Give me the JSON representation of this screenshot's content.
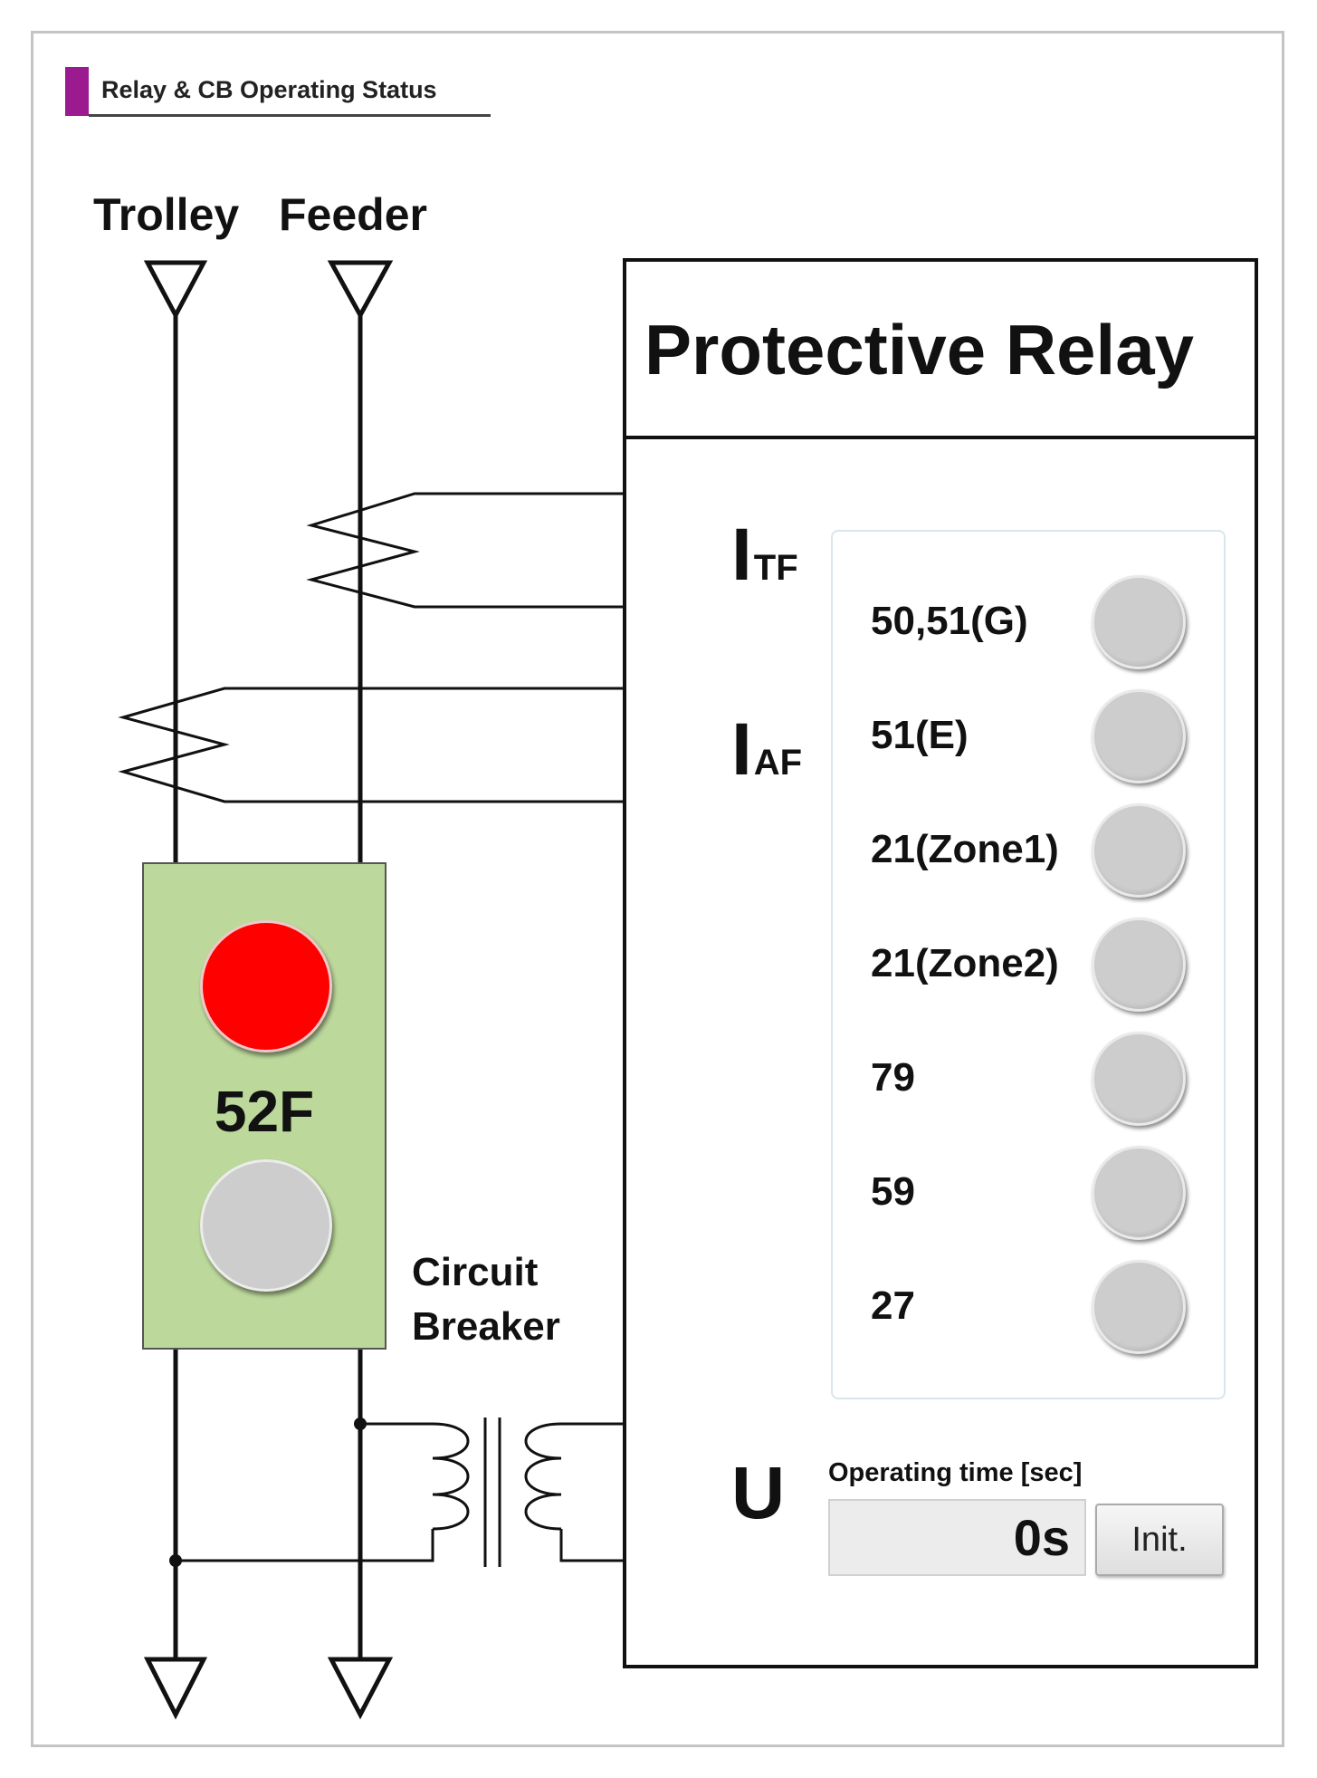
{
  "section_title": "Relay & CB Operating Status",
  "lines": {
    "trolley": "Trolley",
    "feeder": "Feeder"
  },
  "relay": {
    "title": "Protective Relay",
    "terminals": [
      {
        "main": "I",
        "sub": "TF"
      },
      {
        "main": "I",
        "sub": "AF"
      },
      {
        "main": "U",
        "sub": ""
      }
    ],
    "indicators": [
      {
        "label": "50,51(G)",
        "state": "off"
      },
      {
        "label": "51(E)",
        "state": "off"
      },
      {
        "label": "21(Zone1)",
        "state": "off"
      },
      {
        "label": "21(Zone2)",
        "state": "off"
      },
      {
        "label": "79",
        "state": "off"
      },
      {
        "label": "59",
        "state": "off"
      },
      {
        "label": "27",
        "state": "off"
      }
    ],
    "operating_time_label": "Operating time [sec]",
    "operating_time_value": "0s",
    "init_button": "Init."
  },
  "breaker": {
    "name": "52F",
    "caption_line1": "Circuit",
    "caption_line2": "Breaker",
    "top_lamp": {
      "color": "#ff0000",
      "state": "on"
    },
    "bottom_lamp": {
      "color": "#cdcdcd",
      "state": "off"
    }
  },
  "colors": {
    "accent": "#9b1a8f",
    "breaker_fill": "#bcd89b",
    "lamp_off": "#cdcdcd",
    "lamp_on": "#ff0000"
  }
}
